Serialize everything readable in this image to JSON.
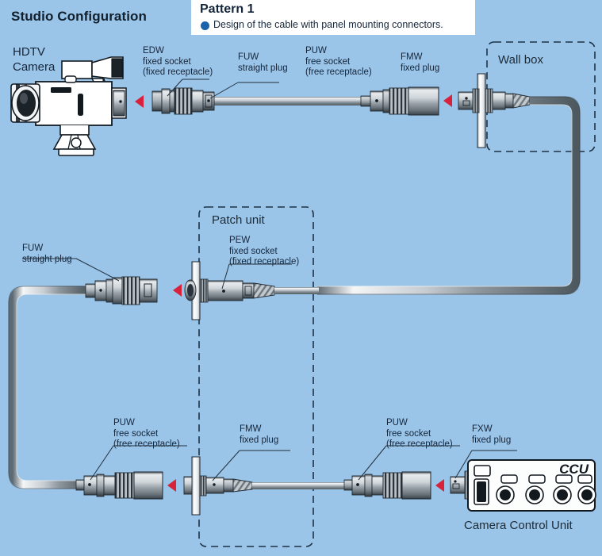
{
  "page": {
    "title": "Studio Configuration",
    "background_color": "#9ac4e8",
    "text_color": "#16263a",
    "arrow_color": "#d8213a"
  },
  "pattern": {
    "title": "Pattern 1",
    "bullet_color": "#1a63ab",
    "description": "Design of the cable with panel mounting connectors."
  },
  "devices": {
    "camera": "HDTV\nCamera",
    "wall_box": "Wall box",
    "patch_unit": "Patch unit",
    "ccu_badge": "CCU",
    "ccu_caption": "Camera Control Unit"
  },
  "connectors": [
    {
      "id": "edw",
      "code": "EDW",
      "line2": "fixed socket",
      "line3": "(fixed receptacle)",
      "text": "EDW\nfixed socket\n(fixed receptacle)"
    },
    {
      "id": "fuw1",
      "code": "FUW",
      "line2": "straight plug",
      "line3": "",
      "text": "FUW\nstraight plug"
    },
    {
      "id": "puw1",
      "code": "PUW",
      "line2": "free socket",
      "line3": "(free receptacle)",
      "text": "PUW\nfree socket\n(free receptacle)"
    },
    {
      "id": "fmw1",
      "code": "FMW",
      "line2": "fixed plug",
      "line3": "",
      "text": "FMW\nfixed plug"
    },
    {
      "id": "pew",
      "code": "PEW",
      "line2": "fixed socket",
      "line3": "(fixed receptacle)",
      "text": "PEW\nfixed socket\n(fixed receptacle)"
    },
    {
      "id": "fuw2",
      "code": "FUW",
      "line2": "straight plug",
      "line3": "",
      "text": "FUW\nstraight plug"
    },
    {
      "id": "puw2",
      "code": "PUW",
      "line2": "free socket",
      "line3": "(free receptacle)",
      "text": "PUW\nfree socket\n(free receptacle)"
    },
    {
      "id": "fmw2",
      "code": "FMW",
      "line2": "fixed plug",
      "line3": "",
      "text": "FMW\nfixed plug"
    },
    {
      "id": "puw3",
      "code": "PUW",
      "line2": "free socket",
      "line3": "(free receptacle)",
      "text": "PUW\nfree socket\n(free receptacle)"
    },
    {
      "id": "fxw",
      "code": "FXW",
      "line2": "fixed plug",
      "line3": "",
      "text": "FXW\nfixed plug"
    }
  ]
}
